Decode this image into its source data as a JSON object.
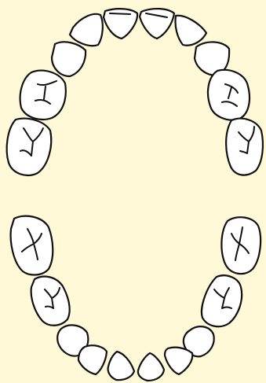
{
  "diagram": {
    "background": "#fff9d8",
    "tooth_fill": "#ffffff",
    "outline": "#111111",
    "upper_arch": [
      {
        "kind": "central-incisor",
        "side": "right"
      },
      {
        "kind": "central-incisor",
        "side": "left"
      },
      {
        "kind": "lateral-incisor",
        "side": "right"
      },
      {
        "kind": "lateral-incisor",
        "side": "left"
      },
      {
        "kind": "canine",
        "side": "right"
      },
      {
        "kind": "canine",
        "side": "left"
      },
      {
        "kind": "first-molar",
        "side": "right"
      },
      {
        "kind": "first-molar",
        "side": "left"
      },
      {
        "kind": "second-molar",
        "side": "right"
      },
      {
        "kind": "second-molar",
        "side": "left"
      }
    ],
    "lower_arch": [
      {
        "kind": "central-incisor",
        "side": "right"
      },
      {
        "kind": "central-incisor",
        "side": "left"
      },
      {
        "kind": "lateral-incisor",
        "side": "right"
      },
      {
        "kind": "lateral-incisor",
        "side": "left"
      },
      {
        "kind": "canine",
        "side": "right"
      },
      {
        "kind": "canine",
        "side": "left"
      },
      {
        "kind": "first-molar",
        "side": "right"
      },
      {
        "kind": "first-molar",
        "side": "left"
      },
      {
        "kind": "second-molar",
        "side": "right"
      },
      {
        "kind": "second-molar",
        "side": "left"
      }
    ]
  }
}
